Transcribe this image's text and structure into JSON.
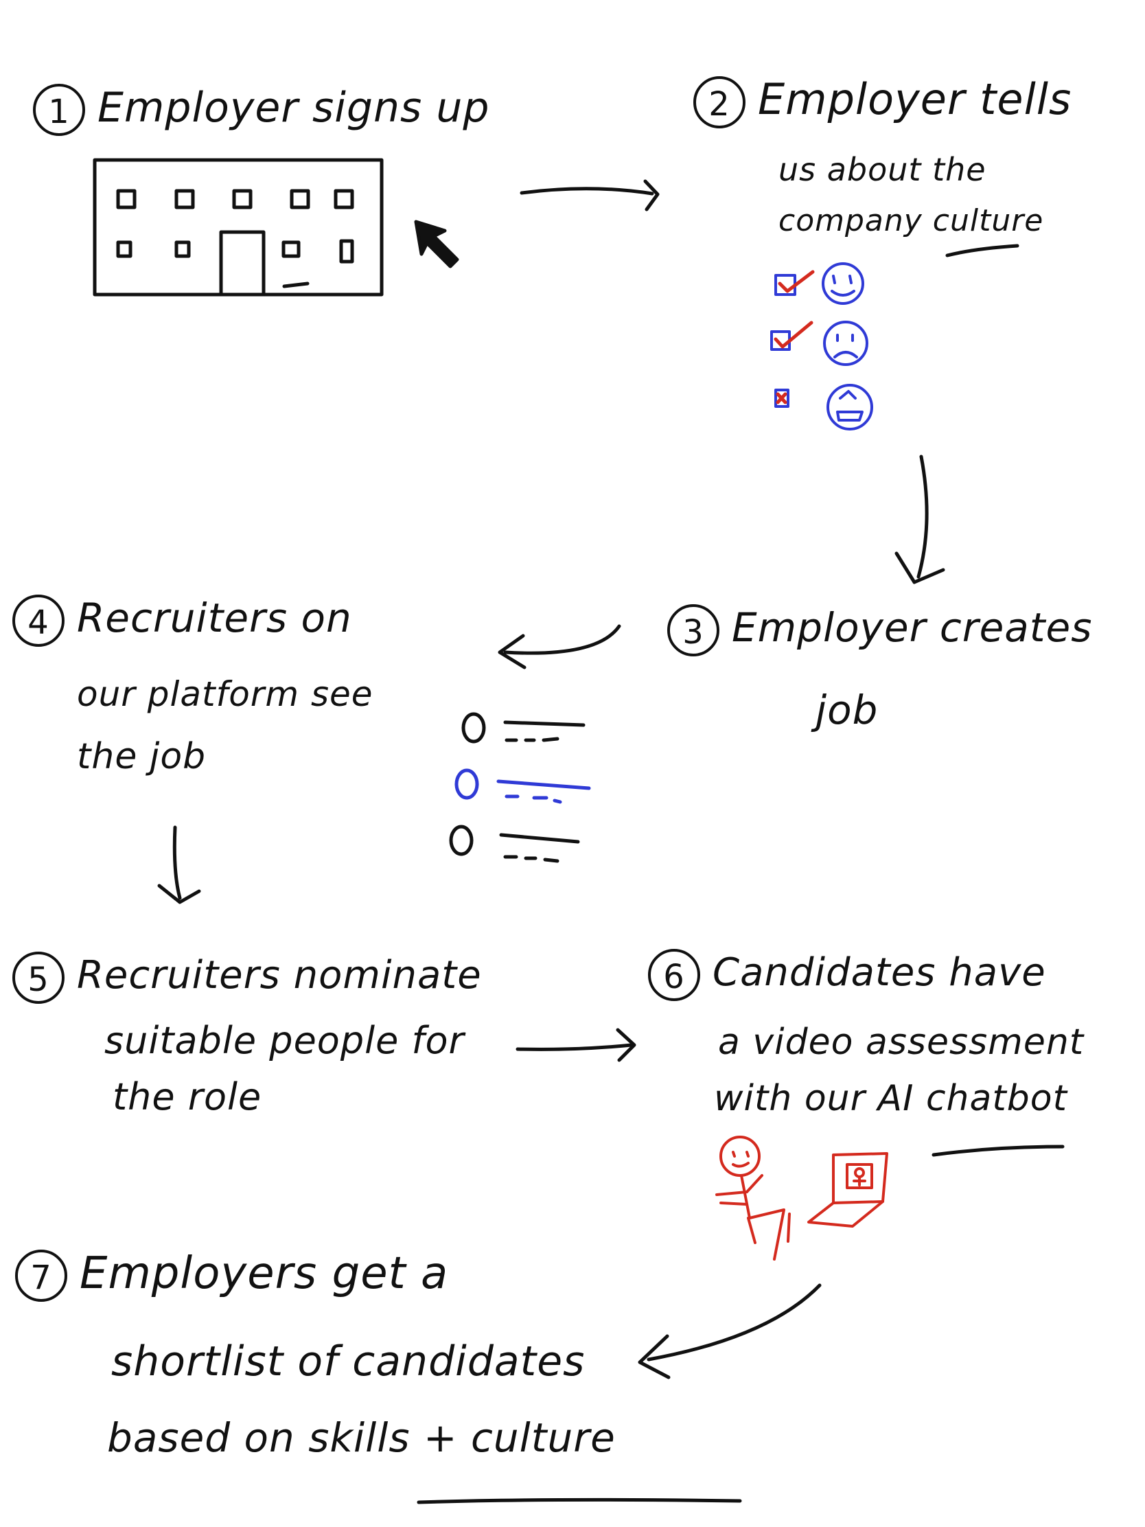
{
  "steps": [
    {
      "num": "1",
      "lines": [
        "Employer signs up"
      ]
    },
    {
      "num": "2",
      "lines": [
        "Employer tells",
        "us about the",
        "company culture"
      ]
    },
    {
      "num": "3",
      "lines": [
        "Employer creates",
        "job"
      ]
    },
    {
      "num": "4",
      "lines": [
        "Recruiters on",
        "our platform see",
        "the job"
      ]
    },
    {
      "num": "5",
      "lines": [
        "Recruiters nominate",
        "suitable people for",
        "the role"
      ]
    },
    {
      "num": "6",
      "lines": [
        "Candidates have",
        "a video assessment",
        "with our AI chatbot"
      ]
    },
    {
      "num": "7",
      "lines": [
        "Employers get a",
        "shortlist of candidates",
        "based on skills + culture"
      ]
    }
  ],
  "colors": {
    "ink": "#111111",
    "accent_blue": "#2f3ad6",
    "accent_red": "#d42a1e"
  },
  "icons": [
    "building-icon",
    "cursor-icon",
    "checkbox-icon",
    "smiley-icon",
    "sad-face-icon",
    "job-list-icon",
    "stick-figure-icon",
    "laptop-icon"
  ]
}
